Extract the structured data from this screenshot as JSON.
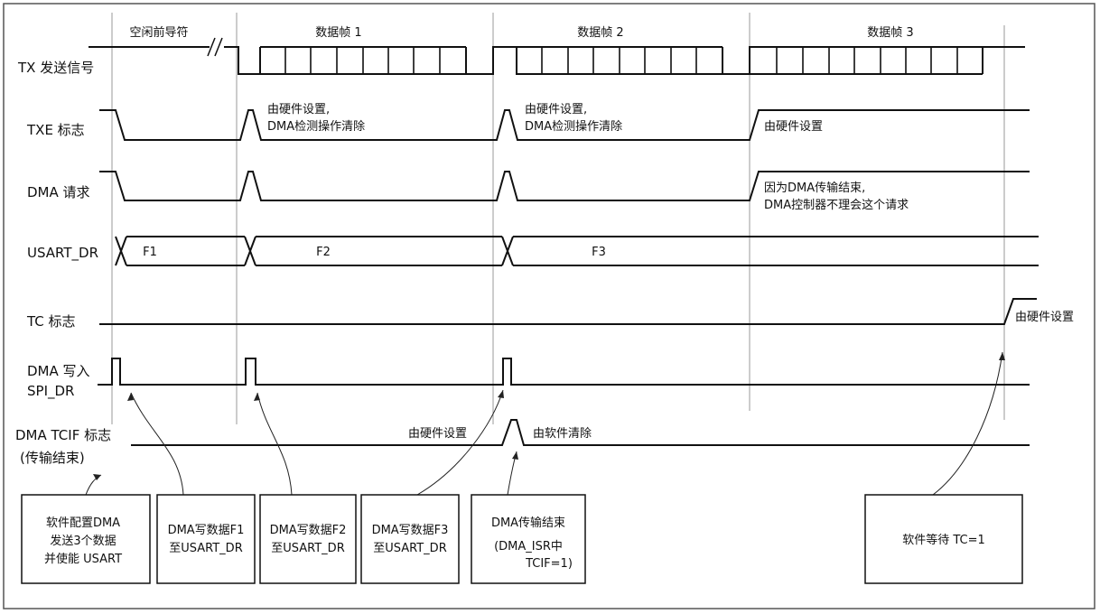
{
  "colors": {
    "line": "#111111",
    "guide": "#9a9a9a",
    "frame": "#555555"
  },
  "frames": {
    "idle": "空闲前导符",
    "f1": "数据帧 1",
    "f2": "数据帧 2",
    "f3": "数据帧 3"
  },
  "signals": {
    "tx": "TX 发送信号",
    "txe": "TXE 标志",
    "dma_req": "DMA 请求",
    "usart_dr": "USART_DR",
    "tc": "TC 标志",
    "dma_write_1": "DMA 写入",
    "dma_write_2": "SPI_DR",
    "tcif_1": "DMA TCIF 标志",
    "tcif_2": "(传输结束)"
  },
  "data_words": {
    "w1": "F1",
    "w2": "F2",
    "w3": "F3"
  },
  "notes": {
    "txe_1a": "由硬件设置,",
    "txe_1b": "DMA检测操作清除",
    "txe_2a": "由硬件设置,",
    "txe_2b": "DMA检测操作清除",
    "txe_3": "由硬件设置",
    "req_3a": "因为DMA传输结束,",
    "req_3b": "DMA控制器不理会这个请求",
    "tc_set": "由硬件设置",
    "tcif_set": "由硬件设置",
    "tcif_clear": "由软件清除"
  },
  "boxes": {
    "b1": [
      "软件配置DMA",
      "发送3个数据",
      "并使能 USART"
    ],
    "b2": [
      "DMA写数据F1",
      "至USART_DR"
    ],
    "b3": [
      "DMA写数据F2",
      "至USART_DR"
    ],
    "b4": [
      "DMA写数据F3",
      "至USART_DR"
    ],
    "b5": [
      "DMA传输结束",
      "(DMA_ISR中",
      "TCIF=1)"
    ],
    "b6": [
      "软件等待 TC=1"
    ]
  }
}
